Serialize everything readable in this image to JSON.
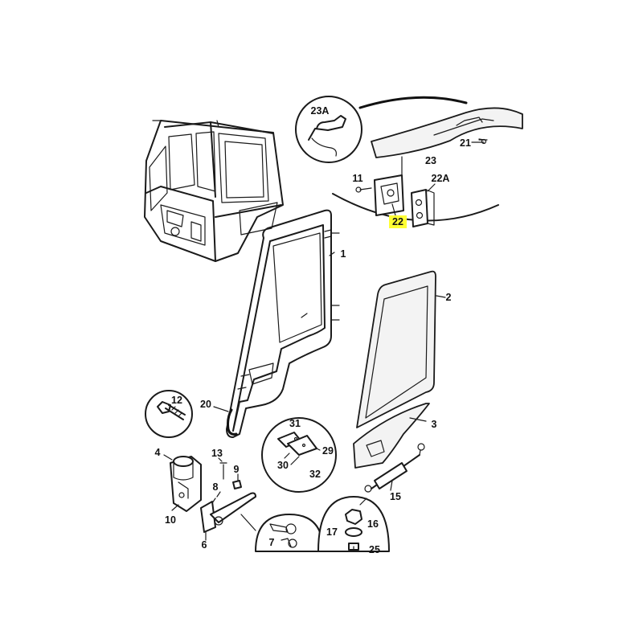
{
  "highlight_color": "#ffff33",
  "callouts": {
    "c1": "1",
    "c2": "2",
    "c3": "3",
    "c4": "4",
    "c6": "6",
    "c7": "7",
    "c8": "8",
    "c9": "9",
    "c10": "10",
    "c11": "11",
    "c12": "12",
    "c13": "13",
    "c15": "15",
    "c16": "16",
    "c17": "17",
    "c20": "20",
    "c21": "21",
    "c22": "22",
    "c22a": "22A",
    "c23": "23",
    "c23a": "23A",
    "c25": "25",
    "c29": "29",
    "c30": "30",
    "c31": "31",
    "c32": "32"
  }
}
